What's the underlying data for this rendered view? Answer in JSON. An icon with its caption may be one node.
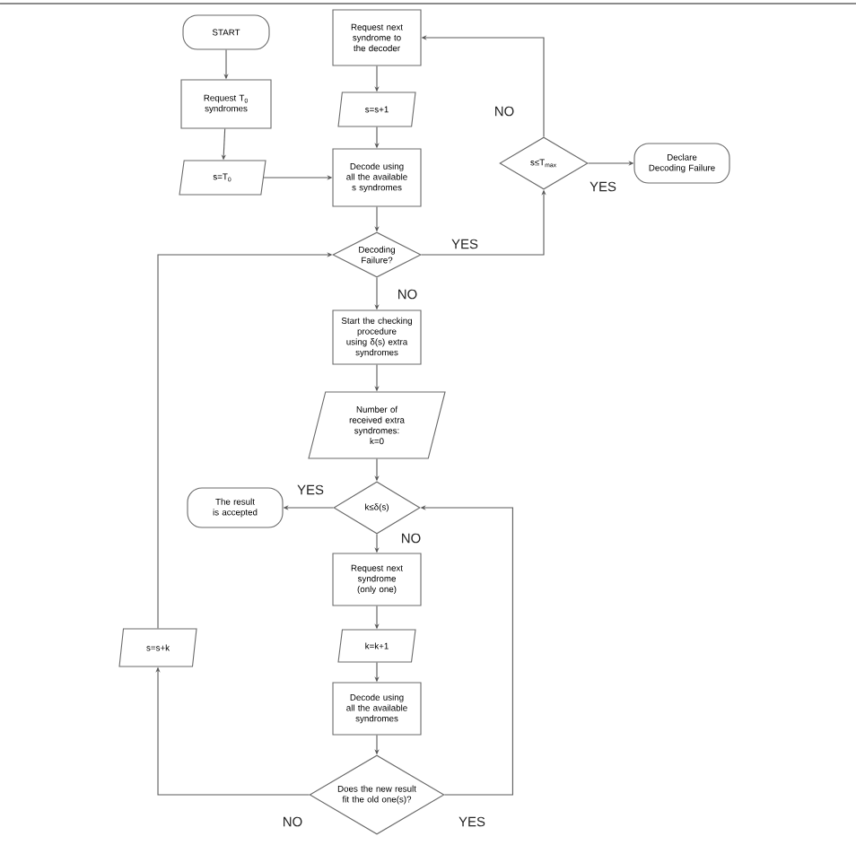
{
  "diagram": {
    "nodes": [
      {
        "text": [
          "START"
        ]
      },
      {
        "text": [
          "Request T$_{0}$ syndromes"
        ]
      },
      {
        "text": [
          "s=T$_{0}$"
        ]
      },
      {
        "text": [
          "Request next syndrome to the decoder"
        ]
      },
      {
        "text": [
          "s=s+1"
        ]
      },
      {
        "text": [
          "Decode using all the available s syndromes"
        ]
      },
      {
        "text": [
          "Decoding Failure?"
        ]
      },
      {
        "text": [
          "s≤T$_{max}$"
        ]
      },
      {
        "text": [
          "Declare Decoding Failure"
        ]
      },
      {
        "text": [
          "Start the checking procedure using δ(s) extra syndromes"
        ]
      },
      {
        "text": [
          "Number of received extra syndromes: k=0"
        ]
      },
      {
        "text": [
          "k≤δ(s)"
        ]
      },
      {
        "text": [
          "The result is accepted"
        ]
      },
      {
        "text": [
          "Request next syndrome (only one)"
        ]
      },
      {
        "text": [
          "k=k+1"
        ]
      },
      {
        "text": [
          "Decode using all the available syndromes"
        ]
      },
      {
        "text": [
          "Does the new result fit the old one(s)?"
        ]
      },
      {
        "text": [
          "s=s+k"
        ]
      }
    ],
    "edges": [
      {
        "from": 0,
        "to": 1,
        "arrow": "to"
      },
      {
        "from": 1,
        "to": 2,
        "arrow": "to"
      },
      {
        "from": 2,
        "to": 5,
        "arrow": "to"
      },
      {
        "from": 3,
        "to": 4,
        "arrow": "to"
      },
      {
        "from": 4,
        "to": 5,
        "arrow": "to"
      },
      {
        "from": 5,
        "to": 6,
        "arrow": "to"
      },
      {
        "from": 6,
        "to": 7,
        "arrow": "to",
        "label": "YES"
      },
      {
        "from": 7,
        "to": 3,
        "arrow": "to",
        "label": "NO"
      },
      {
        "from": 7,
        "to": 8,
        "arrow": "to",
        "label": "YES"
      },
      {
        "from": 6,
        "to": 9,
        "arrow": "to",
        "label": "NO"
      },
      {
        "from": 9,
        "to": 10,
        "arrow": "to"
      },
      {
        "from": 10,
        "to": 11,
        "arrow": "to"
      },
      {
        "from": 11,
        "to": 12,
        "arrow": "to",
        "label": "YES"
      },
      {
        "from": 11,
        "to": 13,
        "arrow": "to",
        "label": "NO"
      },
      {
        "from": 13,
        "to": 14,
        "arrow": "to"
      },
      {
        "from": 14,
        "to": 15,
        "arrow": "to"
      },
      {
        "from": 15,
        "to": 16,
        "arrow": "to"
      },
      {
        "from": 16,
        "to": 17,
        "arrow": "to",
        "label": "NO"
      },
      {
        "from": 17,
        "to": 6,
        "arrow": "to"
      },
      {
        "from": 16,
        "to": 11,
        "arrow": "to",
        "label": "YES"
      }
    ]
  }
}
